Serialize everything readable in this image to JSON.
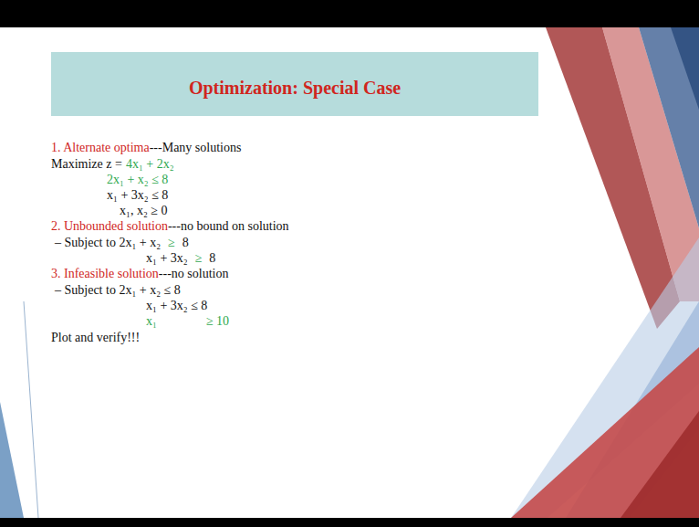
{
  "diagram": {
    "nodes": [
      {
        "text": [
          "Optimization: Special Case"
        ]
      }
    ],
    "labels": [
      "1. Alternate optima",
      "---Many solutions",
      "Maximize z =",
      "4x₁ + 2x₂",
      "2x₁ + x₂  ≤  8",
      "x₁ + 3x₂  ≤  8",
      "x₁, x₂  ≥ 0",
      "2. Unbounded solution",
      "---no bound on solution",
      "–  Subject to 2x₁ + x₂",
      "≥",
      "8",
      "x₁ + 3x₂",
      "≥",
      "8",
      "3. Infeasible solution",
      "---no solution",
      "–  Subject to 2x₁ + x₂  ≤  8",
      "x₁ + 3x₂  ≤  8",
      "x₁",
      "≥  10",
      "Plot and verify!!!"
    ]
  }
}
